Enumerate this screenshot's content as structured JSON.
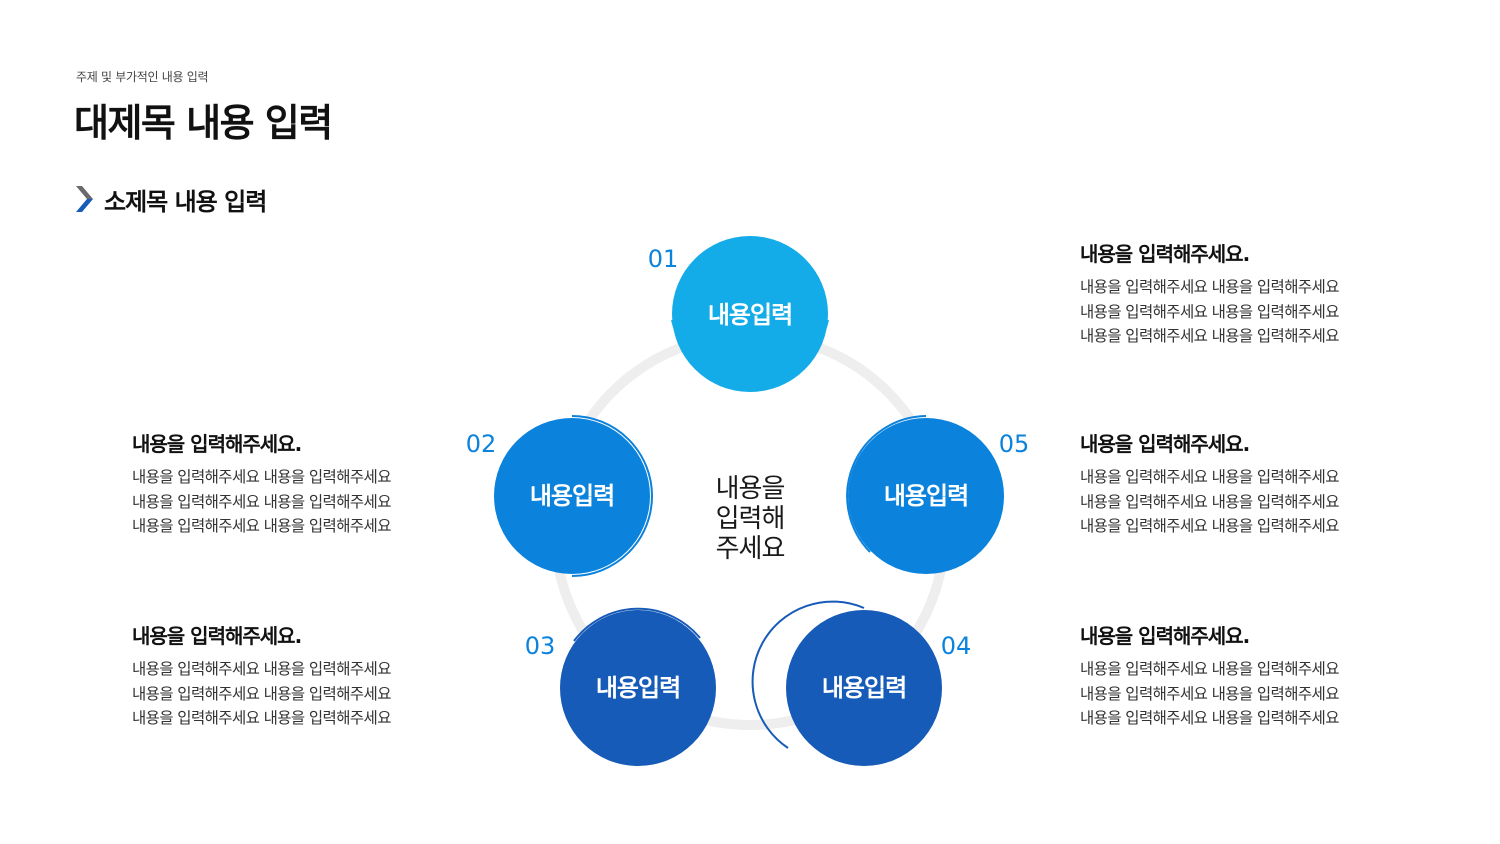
{
  "header": {
    "subtitle": "주제 및 부가적인 내용 입력",
    "title": "대제목 내용 입력",
    "section_title": "소제목 내용 입력"
  },
  "icons": {
    "section": "chevron-right-icon"
  },
  "colors": {
    "step1": "#13ace8",
    "step2": "#0b82dc",
    "step3": "#175bb8",
    "step4": "#175bb8",
    "step5": "#0b82dc",
    "number": "#0b82dc",
    "ring": "#eeeeee"
  },
  "diagram": {
    "center_text": [
      "내용을",
      "입력해",
      "주세요"
    ],
    "steps": [
      {
        "number": "01",
        "label": "내용입력"
      },
      {
        "number": "02",
        "label": "내용입력"
      },
      {
        "number": "03",
        "label": "내용입력"
      },
      {
        "number": "04",
        "label": "내용입력"
      },
      {
        "number": "05",
        "label": "내용입력"
      }
    ]
  },
  "blocks": [
    {
      "title": "내용을 입력해주세요.",
      "lines": [
        "내용을 입력해주세요 내용을 입력해주세요",
        "내용을 입력해주세요 내용을 입력해주세요",
        "내용을 입력해주세요 내용을 입력해주세요"
      ]
    },
    {
      "title": "내용을 입력해주세요.",
      "lines": [
        "내용을 입력해주세요 내용을 입력해주세요",
        "내용을 입력해주세요 내용을 입력해주세요",
        "내용을 입력해주세요 내용을 입력해주세요"
      ]
    },
    {
      "title": "내용을 입력해주세요.",
      "lines": [
        "내용을 입력해주세요 내용을 입력해주세요",
        "내용을 입력해주세요 내용을 입력해주세요",
        "내용을 입력해주세요 내용을 입력해주세요"
      ]
    },
    {
      "title": "내용을 입력해주세요.",
      "lines": [
        "내용을 입력해주세요 내용을 입력해주세요",
        "내용을 입력해주세요 내용을 입력해주세요",
        "내용을 입력해주세요 내용을 입력해주세요"
      ]
    },
    {
      "title": "내용을 입력해주세요.",
      "lines": [
        "내용을 입력해주세요 내용을 입력해주세요",
        "내용을 입력해주세요 내용을 입력해주세요",
        "내용을 입력해주세요 내용을 입력해주세요"
      ]
    }
  ]
}
